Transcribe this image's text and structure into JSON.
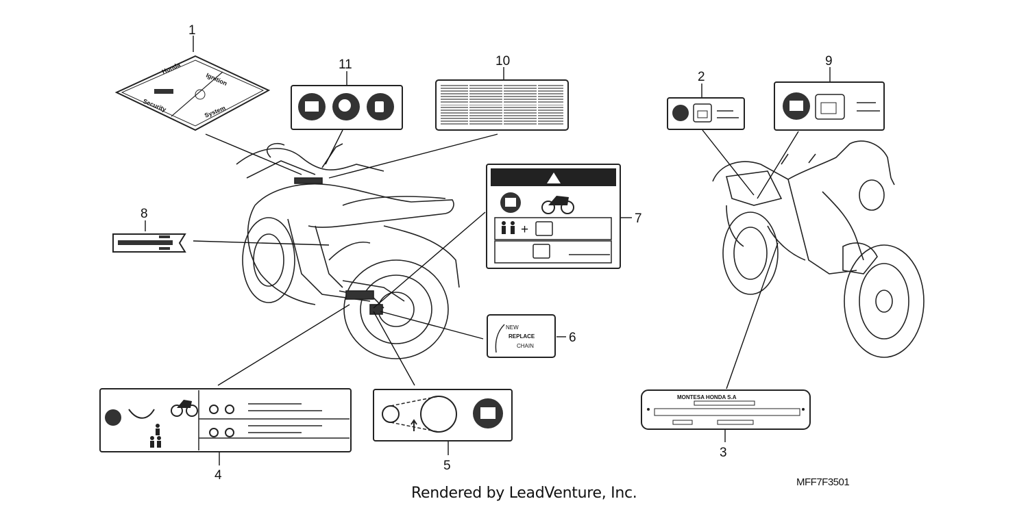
{
  "callouts": [
    "1",
    "2",
    "3",
    "4",
    "5",
    "6",
    "7",
    "8",
    "9",
    "10",
    "11"
  ],
  "labels": {
    "security_label": [
      "Honda",
      "Ignition",
      "Security",
      "System"
    ],
    "chain_label": [
      "NEW",
      "REPLACE",
      "CHAIN"
    ],
    "plate_text": "MONTESA HONDA S.A"
  },
  "footer": {
    "credit": "Rendered by LeadVenture, Inc.",
    "diagram_code": "MFF7F3501"
  },
  "icon_names": [
    "manual-book-icon",
    "helmet-icon",
    "fuel-icon",
    "motorcycle-icon",
    "rider-icon",
    "luggage-icon",
    "warning-icon",
    "tire-icon"
  ]
}
